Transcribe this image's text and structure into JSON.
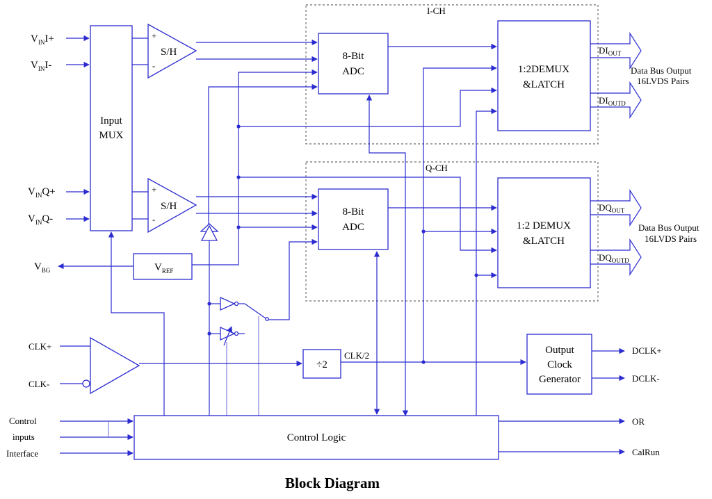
{
  "title": "Block Diagram",
  "channels": {
    "i": "I-CH",
    "q": "Q-CH"
  },
  "inputs": {
    "vini_plus": {
      "main": "V",
      "sub": "IN",
      "rest": "I+"
    },
    "vini_minus": {
      "main": "V",
      "sub": "IN",
      "rest": "I-"
    },
    "vinq_plus": {
      "main": "V",
      "sub": "IN",
      "rest": "Q+"
    },
    "vinq_minus": {
      "main": "V",
      "sub": "IN",
      "rest": "Q-"
    },
    "vbg": {
      "main": "V",
      "sub": "BG"
    },
    "clk_plus": "CLK+",
    "clk_minus": "CLK-",
    "control_line1": "Control",
    "control_line2": "inputs",
    "interface": "Interface"
  },
  "blocks": {
    "mux_line1": "Input",
    "mux_line2": "MUX",
    "sh": "S/H",
    "adc_line1": "8-Bit",
    "adc_line2": "ADC",
    "demux_i_line1": "1:2DEMUX",
    "demux_i_line2": "&LATCH",
    "demux_q_line1": "1:2 DEMUX",
    "demux_q_line2": "&LATCH",
    "vref": {
      "main": "V",
      "sub": "REF"
    },
    "div": "÷2",
    "clk2": "CLK/2",
    "ocg_line1": "Output",
    "ocg_line2": "Clock",
    "ocg_line3": "Generator",
    "control_logic": "Control Logic",
    "plus": "+",
    "minus": "-"
  },
  "outputs": {
    "di_out": {
      "main": "DI",
      "sub": "OUT"
    },
    "di_outd": {
      "main": "DI",
      "sub": "OUTD"
    },
    "dq_out": {
      "main": "DQ",
      "sub": "OUT"
    },
    "dq_outd": {
      "main": "DQ",
      "sub": "OUTD"
    },
    "bus_line1": "Data Bus Output",
    "bus_line2": "16LVDS Pairs",
    "dclk_plus": "DCLK+",
    "dclk_minus": "DCLK-",
    "or": "OR",
    "calrun": "CalRun"
  }
}
